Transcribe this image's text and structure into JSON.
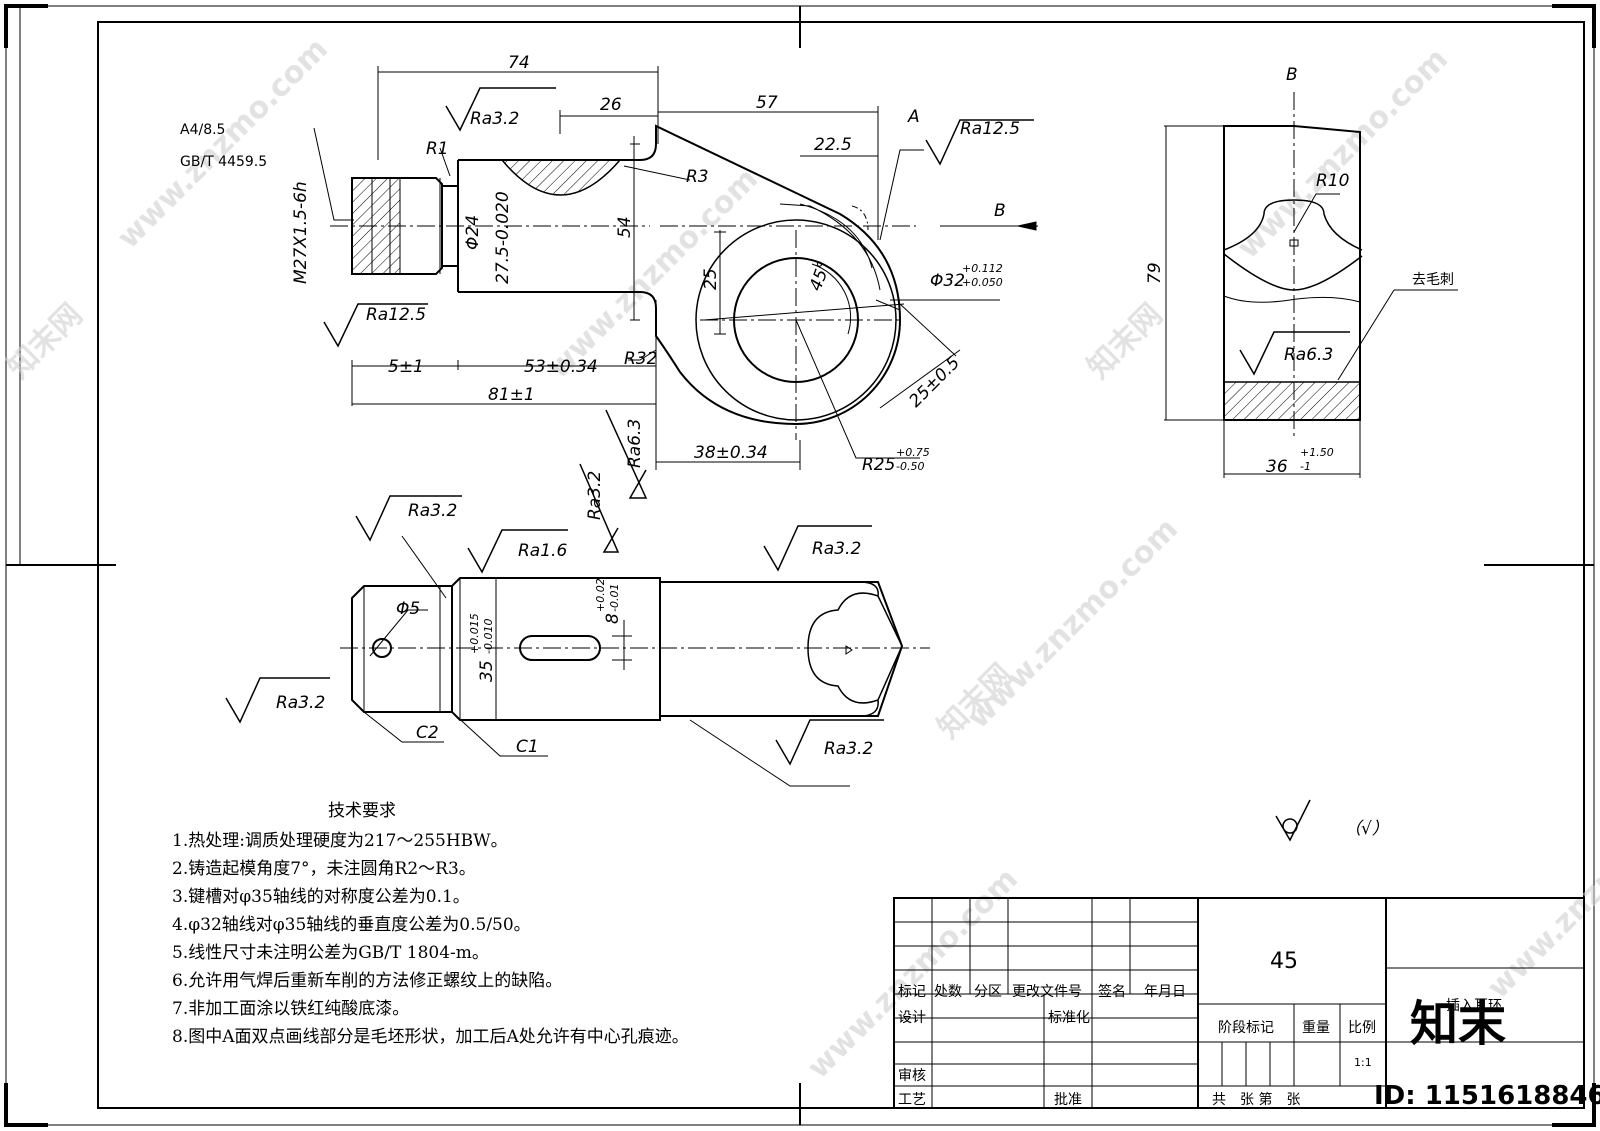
{
  "dims": {
    "d74": "74",
    "d26": "26",
    "d57": "57",
    "d22_5": "22.5",
    "thread_note_1": "A4/8.5",
    "thread_note_2": "GB/T 4459.5",
    "r1": "R1",
    "r3": "R3",
    "thread": "M27X1.5-6h",
    "phi24": "Φ24",
    "d27_5": "27.5-0.020",
    "d54": "54",
    "d25": "25",
    "phi32": "Φ32",
    "phi32_tol_up": "+0.112",
    "phi32_tol_dn": "+0.050",
    "ang45": "45°",
    "d25_05": "25±0.5",
    "r32": "R32",
    "d5": "5±1",
    "d53": "53±0.34",
    "d81": "81±1",
    "d38": "38±0.34",
    "r25": "R25",
    "r25_tol_up": "+0.75",
    "r25_tol_dn": "-0.50",
    "a_label": "A",
    "b_label": "B",
    "ra32_a": "Ra3.2",
    "ra125_a": "Ra12.5",
    "ra125_b": "Ra12.5",
    "ra63_a": "Ra6.3",
    "ra32_b": "Ra3.2",
    "ra32_c": "Ra3.2",
    "ra16": "Ra1.6",
    "ra32_d": "Ra3.2",
    "ra32_e": "Ra3.2",
    "ra32_f": "Ra3.2",
    "phi5": "Φ5",
    "d35": "35",
    "d35_tol_up": "+0.015",
    "d35_tol_dn": "-0.010",
    "d8": "8",
    "d8_tol_up": "+0.02",
    "d8_tol_dn": "-0.01",
    "c2": "C2",
    "c1": "C1",
    "sec_b": "B",
    "r10": "R10",
    "d79": "79",
    "deburr": "去毛刺",
    "ra63_b": "Ra6.3",
    "d36": "36",
    "d36_tol_up": "+1.50",
    "d36_tol_dn": "-1",
    "general_rough": "（√）"
  },
  "tech": {
    "title": "技术要求",
    "items": [
      "1.热处理:调质处理硬度为217～255HBW。",
      "2.铸造起模角度7°，未注圆角R2～R3。",
      "3.键槽对φ35轴线的对称度公差为0.1。",
      "4.φ32轴线对φ35轴线的垂直度公差为0.5/50。",
      "5.线性尺寸未注明公差为GB/T 1804-m。",
      "6.允许用气焊后重新车削的方法修正螺纹上的缺陷。",
      "7.非加工面涂以铁红纯酸底漆。",
      "8.图中A面双点画线部分是毛坯形状，加工后A处允许有中心孔痕迹。"
    ]
  },
  "titleblock": {
    "material": "45",
    "part_name": "插入耳环",
    "h_mark": "标记",
    "h_count": "处数",
    "h_zone": "分区",
    "h_doc": "更改文件号",
    "h_sign": "签名",
    "h_date": "年月日",
    "design": "设计",
    "standard": "标准化",
    "review": "审核",
    "process": "工艺",
    "approve": "批准",
    "stage": "阶段标记",
    "weight": "重量",
    "scale": "比例",
    "scale_value": "1:1",
    "sheets": "共　张 第　张"
  },
  "watermark": {
    "url": "www.znzmo.com",
    "brand": "知末网",
    "logo": "知末",
    "id": "ID: 1151618846"
  }
}
